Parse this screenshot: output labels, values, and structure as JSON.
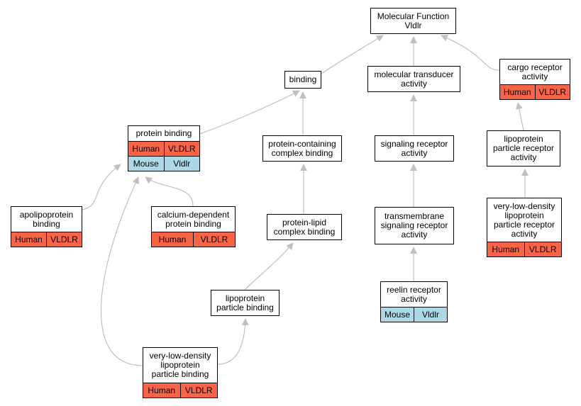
{
  "colors": {
    "human": "#fa6446",
    "mouse": "#add8e6",
    "edge": "#c0c0c0"
  },
  "nodes": {
    "mf_root": {
      "lines": [
        "Molecular Function",
        "Vldlr"
      ],
      "rows": []
    },
    "binding": {
      "lines": [
        "binding"
      ],
      "rows": []
    },
    "mol_transducer": {
      "lines": [
        "molecular transducer",
        "activity"
      ],
      "rows": []
    },
    "cargo_receptor": {
      "lines": [
        "cargo receptor",
        "activity"
      ],
      "rows": [
        {
          "species": "Human",
          "gene": "VLDLR"
        }
      ]
    },
    "protein_binding": {
      "lines": [
        "protein binding"
      ],
      "rows": [
        {
          "species": "Human",
          "gene": "VLDLR"
        },
        {
          "species": "Mouse",
          "gene": "Vldlr"
        }
      ]
    },
    "prot_complex": {
      "lines": [
        "protein-containing",
        "complex binding"
      ],
      "rows": []
    },
    "signaling_rec": {
      "lines": [
        "signaling receptor",
        "activity"
      ],
      "rows": []
    },
    "lipo_part_rec": {
      "lines": [
        "lipoprotein",
        "particle receptor",
        "activity"
      ],
      "rows": []
    },
    "apolipo": {
      "lines": [
        "apolipoprotein",
        "binding"
      ],
      "rows": [
        {
          "species": "Human",
          "gene": "VLDLR"
        }
      ]
    },
    "calcium": {
      "lines": [
        "calcium-dependent",
        "protein binding"
      ],
      "rows": [
        {
          "species": "Human",
          "gene": "VLDLR"
        }
      ]
    },
    "prot_lipid": {
      "lines": [
        "protein-lipid",
        "complex binding"
      ],
      "rows": []
    },
    "transmembrane": {
      "lines": [
        "transmembrane",
        "signaling receptor",
        "activity"
      ],
      "rows": []
    },
    "vldl_rec": {
      "lines": [
        "very-low-density",
        "lipoprotein",
        "particle receptor",
        "activity"
      ],
      "rows": [
        {
          "species": "Human",
          "gene": "VLDLR"
        }
      ]
    },
    "lipo_part_bind": {
      "lines": [
        "lipoprotein",
        "particle binding"
      ],
      "rows": []
    },
    "reelin": {
      "lines": [
        "reelin receptor",
        "activity"
      ],
      "rows": [
        {
          "species": "Mouse",
          "gene": "Vldlr"
        }
      ]
    },
    "vldl_bind": {
      "lines": [
        "very-low-density",
        "lipoprotein",
        "particle binding"
      ],
      "rows": [
        {
          "species": "Human",
          "gene": "VLDLR"
        }
      ]
    }
  },
  "edges": [
    [
      "binding",
      "mf_root"
    ],
    [
      "mol_transducer",
      "mf_root"
    ],
    [
      "cargo_receptor",
      "mf_root"
    ],
    [
      "protein_binding",
      "binding"
    ],
    [
      "prot_complex",
      "binding"
    ],
    [
      "signaling_rec",
      "mol_transducer"
    ],
    [
      "lipo_part_rec",
      "cargo_receptor"
    ],
    [
      "apolipo",
      "protein_binding"
    ],
    [
      "calcium",
      "protein_binding"
    ],
    [
      "vldl_bind",
      "protein_binding"
    ],
    [
      "prot_lipid",
      "prot_complex"
    ],
    [
      "transmembrane",
      "signaling_rec"
    ],
    [
      "vldl_rec",
      "lipo_part_rec"
    ],
    [
      "lipo_part_bind",
      "prot_lipid"
    ],
    [
      "reelin",
      "transmembrane"
    ],
    [
      "vldl_bind",
      "lipo_part_bind"
    ]
  ]
}
